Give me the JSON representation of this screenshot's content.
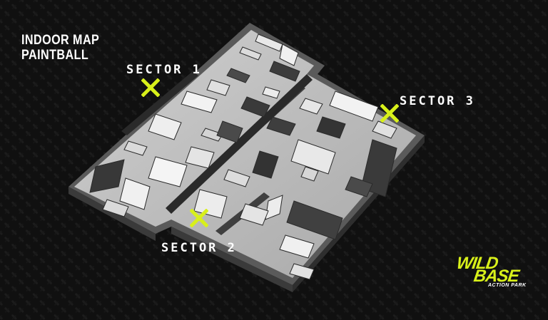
{
  "map": {
    "title_line1": "INDOOR MAP",
    "title_line2": "PAINTBALL"
  },
  "sectors": [
    {
      "label": "SECTOR 1",
      "marker_icon": "x-marker-icon"
    },
    {
      "label": "SECTOR 2",
      "marker_icon": "x-marker-icon"
    },
    {
      "label": "SECTOR 3",
      "marker_icon": "x-marker-icon"
    }
  ],
  "logo": {
    "line1": "WILD",
    "line2": "BASE",
    "line3": "ACTION PARK"
  },
  "colors": {
    "accent": "#d8f01a",
    "background": "#0b0b0b",
    "floor": "#bdbdbd",
    "text": "#ffffff"
  }
}
